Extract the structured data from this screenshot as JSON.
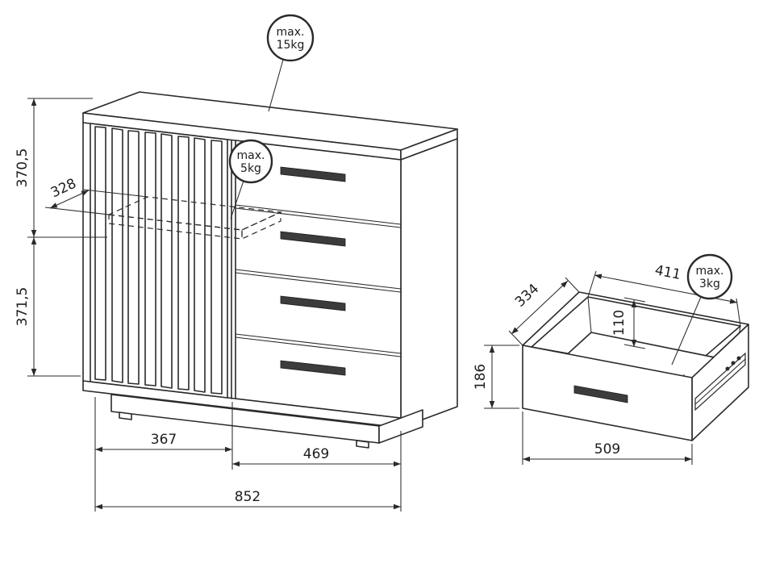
{
  "drawing": {
    "background": "#ffffff",
    "line_color": "#2a2a2a",
    "handle_color": "#3c3c3c",
    "cabinet": {
      "badge_top": {
        "line1": "max.",
        "line2": "15kg"
      },
      "badge_shelf": {
        "line1": "max.",
        "line2": "5kg"
      },
      "dim_upper_height": "370,5",
      "dim_shelf_depth": "328",
      "dim_lower_height": "371,5",
      "dim_door_width": "367",
      "dim_drawers_width": "469",
      "dim_total_width": "852"
    },
    "drawer": {
      "badge": {
        "line1": "max.",
        "line2": "3kg"
      },
      "dim_depth": "334",
      "dim_top_width": "411",
      "dim_inner_height": "110",
      "dim_front_height": "186",
      "dim_front_width": "509"
    }
  }
}
